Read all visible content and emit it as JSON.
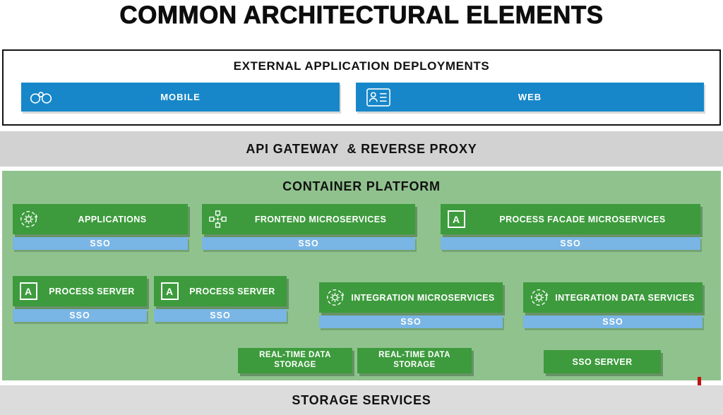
{
  "page_title": "COMMON ARCHITECTURAL ELEMENTS",
  "external_deployments": {
    "title": "EXTERNAL APPLICATION DEPLOYMENTS",
    "mobile": {
      "label": "MOBILE",
      "icon": "binoculars-icon"
    },
    "web": {
      "label": "WEB",
      "icon": "id-badge-icon"
    }
  },
  "api_gateway": {
    "label": "API GATEWAY  & REVERSE PROXY"
  },
  "container_platform": {
    "title": "CONTAINER PLATFORM",
    "row1": [
      {
        "label": "APPLICATIONS",
        "icon": "gear-refresh-icon",
        "sso": "SSO"
      },
      {
        "label": "FRONTEND MICROSERVICES",
        "icon": "microservices-grid-icon",
        "sso": "SSO"
      },
      {
        "label": "PROCESS FACADE MICROSERVICES",
        "icon": "letter-a-icon",
        "sso": "SSO"
      }
    ],
    "row2": [
      {
        "label": "PROCESS SERVER",
        "icon": "letter-a-icon",
        "sso": "SSO"
      },
      {
        "label": "PROCESS SERVER",
        "icon": "letter-a-icon",
        "sso": "SSO"
      },
      {
        "label": "INTEGRATION MICROSERVICES",
        "icon": "gear-refresh-icon",
        "sso": "SSO"
      },
      {
        "label": "INTEGRATION DATA SERVICES",
        "icon": "gear-refresh-icon",
        "sso": "SSO"
      }
    ],
    "row3": [
      {
        "label": "REAL-TIME DATA STORAGE"
      },
      {
        "label": "REAL-TIME DATA STORAGE"
      },
      {
        "label": "SSO SERVER"
      }
    ]
  },
  "storage_services": {
    "label": "STORAGE SERVICES"
  },
  "glyphs": {
    "letter_a": "A"
  },
  "colors": {
    "bar_blue": "#1787c9",
    "sso_blue": "#79b5e5",
    "platform_green": "#90c28e",
    "box_green": "#3d9b3d",
    "gray_band": "#d2d2d2",
    "bottom_band": "#dcdcdc",
    "artifact_red": "#c11212"
  }
}
